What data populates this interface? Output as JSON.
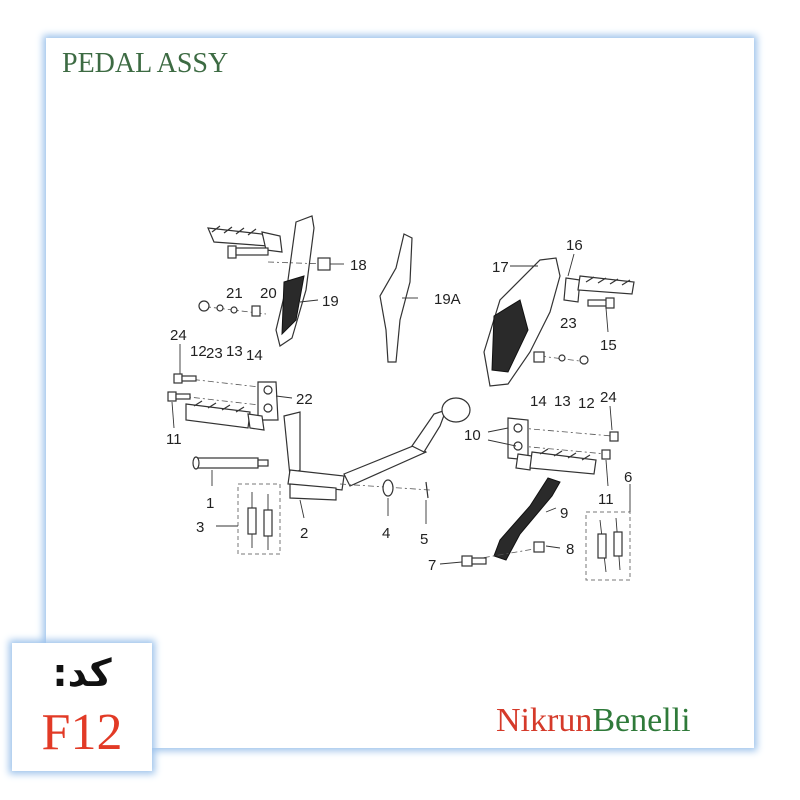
{
  "title": "PEDAL ASSY",
  "code_label": "کد:",
  "code_value": "F12",
  "brand_part1": "Nikrun",
  "brand_part2": "Benelli",
  "callouts": [
    "1",
    "2",
    "3",
    "4",
    "5",
    "6",
    "7",
    "8",
    "9",
    "10",
    "11",
    "11",
    "12",
    "12",
    "13",
    "13",
    "14",
    "14",
    "15",
    "16",
    "17",
    "18",
    "19",
    "19A",
    "20",
    "21",
    "22",
    "23",
    "23",
    "24",
    "24"
  ]
}
